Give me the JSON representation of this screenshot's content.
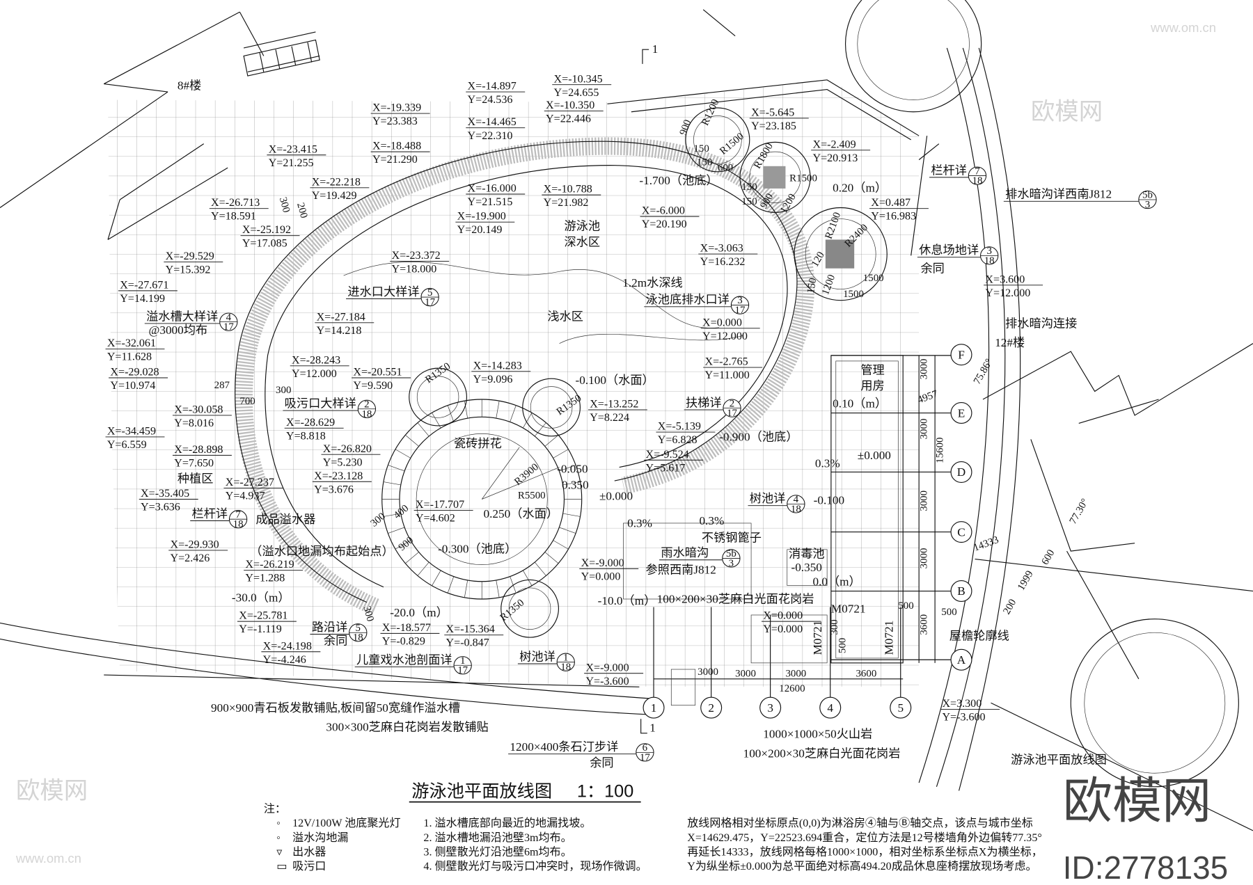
{
  "drawing": {
    "title": "游泳池平面放线图",
    "scale": "1：100",
    "sheet_caption": "游泳池平面放线图",
    "north_marks": [
      "1",
      "1"
    ]
  },
  "coordinates": [
    {
      "x": "X=-14.897",
      "y": "Y=24.536"
    },
    {
      "x": "X=-10.345",
      "y": "Y=24.655"
    },
    {
      "x": "X=-19.339",
      "y": "Y=23.383"
    },
    {
      "x": "X=-10.350",
      "y": "Y=22.446"
    },
    {
      "x": "X=-14.465",
      "y": "Y=22.310"
    },
    {
      "x": "X=-5.645",
      "y": "Y=23.185"
    },
    {
      "x": "X=-23.415",
      "y": "Y=21.255"
    },
    {
      "x": "X=-18.488",
      "y": "Y=21.290"
    },
    {
      "x": "X=-2.409",
      "y": "Y=20.913"
    },
    {
      "x": "X=-22.218",
      "y": "Y=19.429"
    },
    {
      "x": "X=-16.000",
      "y": "Y=21.515"
    },
    {
      "x": "X=-10.788",
      "y": "Y=21.982"
    },
    {
      "x": "X=-26.713",
      "y": "Y=18.591"
    },
    {
      "x": "X=-19.900",
      "y": "Y=20.149"
    },
    {
      "x": "X=-6.000",
      "y": "Y=20.190"
    },
    {
      "x": "X=0.487",
      "y": "Y=16.983"
    },
    {
      "x": "X=-25.192",
      "y": "Y=17.085"
    },
    {
      "x": "X=-29.529",
      "y": "Y=15.392"
    },
    {
      "x": "X=-23.372",
      "y": "Y=18.000"
    },
    {
      "x": "X=-3.063",
      "y": "Y=16.232"
    },
    {
      "x": "X=-27.671",
      "y": "Y=14.199"
    },
    {
      "x": "X=3.600",
      "y": "Y=12.000"
    },
    {
      "x": "X=-27.184",
      "y": "Y=14.218"
    },
    {
      "x": "X=0.000",
      "y": "Y=12.000"
    },
    {
      "x": "X=-32.061",
      "y": "Y=11.628"
    },
    {
      "x": "X=-28.243",
      "y": "Y=12.000"
    },
    {
      "x": "X=-29.028",
      "y": "Y=10.974"
    },
    {
      "x": "X=-20.551",
      "y": "Y=9.590"
    },
    {
      "x": "X=-14.283",
      "y": "Y=9.096"
    },
    {
      "x": "X=-2.765",
      "y": "Y=11.000"
    },
    {
      "x": "X=-30.058",
      "y": "Y=8.016"
    },
    {
      "x": "X=-13.252",
      "y": "Y=8.224"
    },
    {
      "x": "X=-28.629",
      "y": "Y=8.818"
    },
    {
      "x": "X=-34.459",
      "y": "Y=6.559"
    },
    {
      "x": "X=-5.139",
      "y": "Y=6.828"
    },
    {
      "x": "X=-26.820",
      "y": "Y=5.230"
    },
    {
      "x": "X=-28.898",
      "y": "Y=7.650"
    },
    {
      "x": "X=-9.524",
      "y": "Y=5.617"
    },
    {
      "x": "X=-23.128",
      "y": "Y=3.676"
    },
    {
      "x": "X=-27.237",
      "y": "Y=4.937"
    },
    {
      "x": "X=-35.405",
      "y": "Y=3.636"
    },
    {
      "x": "X=-17.707",
      "y": "Y=4.602"
    },
    {
      "x": "X=-29.930",
      "y": "Y=2.426"
    },
    {
      "x": "X=-9.000",
      "y": "Y=0.000"
    },
    {
      "x": "X=-26.219",
      "y": "Y=1.288"
    },
    {
      "x": "X=0.000",
      "y": "Y=0.000"
    },
    {
      "x": "X=-25.781",
      "y": "Y=-1.119"
    },
    {
      "x": "X=-18.577",
      "y": "Y=-0.829"
    },
    {
      "x": "X=-15.364",
      "y": "Y=-0.847"
    },
    {
      "x": "X=-24.198",
      "y": "Y=-4.246"
    },
    {
      "x": "X=-9.000",
      "y": "Y=-3.600"
    },
    {
      "x": "X=3.300",
      "y": "Y=-3.600"
    }
  ],
  "labels": [
    "8#楼",
    "游泳池",
    "深水区",
    "-1.700（池底）",
    "0.20（m）",
    "1.2m水深线",
    "浅水区",
    "@3000均布",
    "余同",
    "12#楼",
    "-0.100（水面）",
    "瓷砖拼花",
    "-0.900（池底）",
    "管理",
    "用房",
    "0.10（m）",
    "±0.000",
    "0.3%",
    "0.3%",
    "0.3%",
    "-0.050",
    "0.350",
    "±0.000",
    "种植区",
    "成品溢水器",
    "-0.100",
    "0.250（水面）",
    "不锈钢篦子",
    "（溢水口地漏均布起始点）",
    "-0.300（池底）",
    "消毒池",
    "-0.350",
    "0.0（m）",
    "-10.0（m）",
    "100×200×30芝麻白光面花岗岩",
    "-30.0（m）",
    "M0721",
    "-20.0（m）",
    "余同",
    "屋檐轮廓线",
    "900×900青石板发散铺贴,板间留50宽缝作溢水槽",
    "300×300芝麻白花岗岩发散铺贴",
    "1000×1000×50火山岩",
    "100×200×30芝麻白光面花岗岩",
    "余同",
    "排水暗沟连接",
    "M0721",
    "M0721"
  ],
  "callouts": [
    {
      "text": "进水口大样详",
      "num": "5",
      "sheet": "17"
    },
    {
      "text": "泳池底排水口详",
      "num": "3",
      "sheet": "17"
    },
    {
      "text": "溢水槽大样详",
      "num": "4",
      "sheet": "17"
    },
    {
      "text": "栏杆详",
      "num": "7",
      "sheet": "18"
    },
    {
      "text": "排水暗沟详西南J812",
      "num": "5b",
      "sheet": "3"
    },
    {
      "text": "休息场地详",
      "num": "3",
      "sheet": "18"
    },
    {
      "text": "吸污口大样详",
      "num": "2",
      "sheet": "18"
    },
    {
      "text": "扶梯详",
      "num": "2",
      "sheet": "17"
    },
    {
      "text": "栏杆详",
      "num": "7",
      "sheet": "18"
    },
    {
      "text": "树池详",
      "num": "4",
      "sheet": "18"
    },
    {
      "text": "雨水暗沟",
      "num": "5b",
      "sheet": "3"
    },
    {
      "text": "路沿详",
      "num": "5",
      "sheet": "18"
    },
    {
      "text": "儿童戏水池剖面详",
      "num": "1",
      "sheet": "17"
    },
    {
      "text": "树池详",
      "num": "1",
      "sheet": "18"
    },
    {
      "text": "1200×400条石汀步详",
      "num": "6",
      "sheet": "17"
    }
  ],
  "callout_extra": {
    "rain_ref": "参照西南J812"
  },
  "dimensions": [
    "R1350",
    "R1350",
    "R1350",
    "R3900",
    "R5500",
    "R1200",
    "R1500",
    "R1800",
    "R1500",
    "R2100",
    "R2400",
    "1500",
    "300",
    "200",
    "287",
    "700",
    "300",
    "300",
    "400",
    "900",
    "300",
    "3000",
    "3000",
    "3000",
    "3600",
    "12600",
    "3000",
    "3000",
    "3000",
    "3000",
    "3600",
    "15600",
    "4957",
    "14333",
    "500",
    "500",
    "300",
    "75.86°",
    "77.30°",
    "200",
    "1999",
    "600",
    "900",
    "150",
    "150",
    "600",
    "150",
    "1200",
    "900",
    "150",
    "120",
    "1500",
    "150",
    "1200",
    "500"
  ],
  "axes": {
    "rows": [
      "F",
      "E",
      "D",
      "C",
      "B",
      "A"
    ],
    "cols": [
      "1",
      "2",
      "3",
      "4",
      "5"
    ]
  },
  "notes": {
    "heading": "注：",
    "legend": [
      {
        "icon": "spotlight-icon",
        "glyph": "◦",
        "text": "12V/100W 池底聚光灯"
      },
      {
        "icon": "floor-drain-icon",
        "glyph": "◦",
        "text": "溢水沟地漏"
      },
      {
        "icon": "outlet-icon",
        "glyph": "▿",
        "text": "出水器"
      },
      {
        "icon": "suction-icon",
        "glyph": "▭",
        "text": "吸污口"
      }
    ],
    "items": [
      "1. 溢水槽底部向最近的地漏找坡。",
      "2. 溢水槽地漏沿池壁3m均布。",
      "3. 侧壁散光灯沿池壁6m均布。",
      "4. 侧壁散光灯与吸污口冲突时，现场作微调。"
    ],
    "grid_note": [
      "放线网格相对坐标原点(0,0)为淋浴房④轴与Ⓑ轴交点，该点与城市坐标",
      "X=14629.475，Y=22523.694重合，定位方法是12号楼墙角外边偏转77.35°",
      "再延长14333，放线网格每格1000×1000，相对坐标系坐标点X为横坐标，",
      "Y为纵坐标±0.000为总平面绝对标高494.20成品休息座椅摆放现场考虑。"
    ]
  },
  "watermark": {
    "brand": "欧模网",
    "site": "www.om.cn",
    "id": "ID:2778135"
  },
  "colors": {
    "line": "#111111",
    "paving": "#bdbdbd",
    "watermark": "#d4d4d4"
  }
}
